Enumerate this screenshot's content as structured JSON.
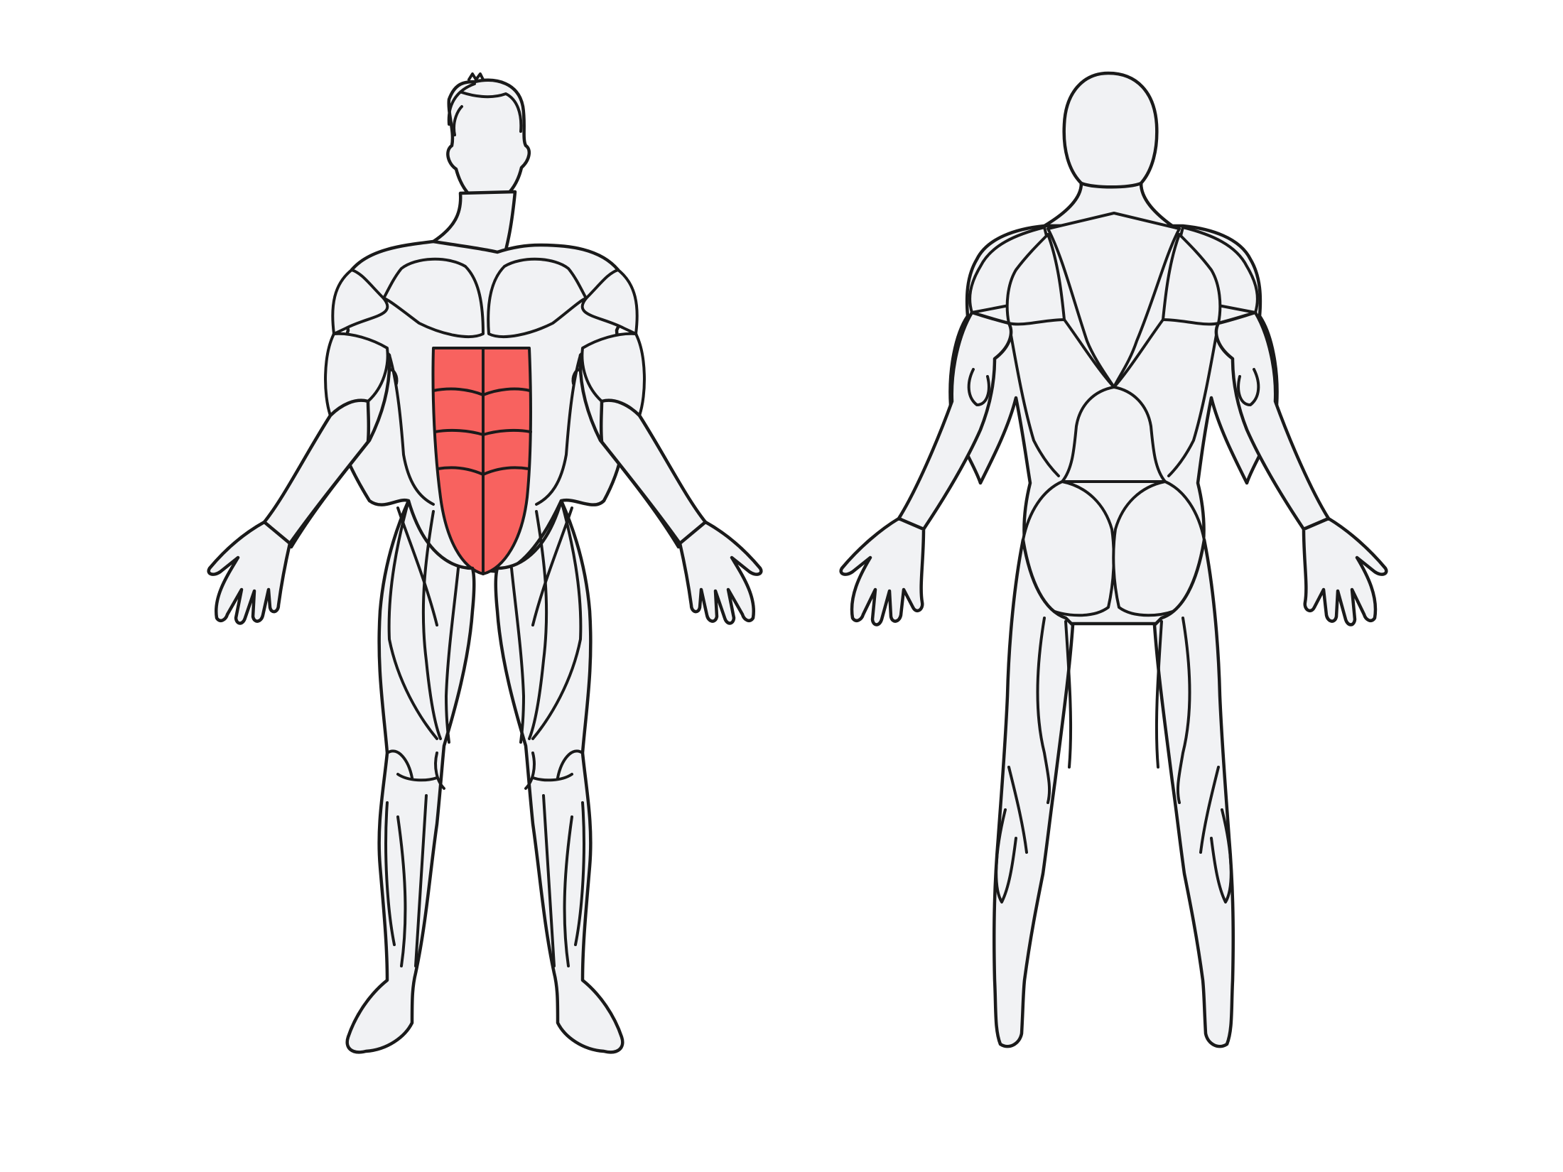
{
  "diagram": {
    "views": [
      "front",
      "back"
    ],
    "highlighted_muscle_group": "abdominals",
    "colors": {
      "background": "#ffffff",
      "body_fill": "#f1f2f4",
      "outline": "#1a1a1a",
      "highlight": "#f8625f"
    }
  }
}
